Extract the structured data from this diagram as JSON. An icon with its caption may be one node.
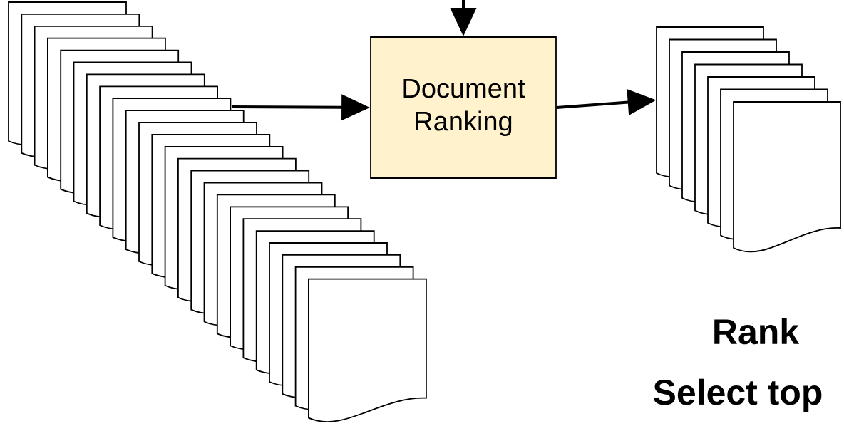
{
  "diagram": {
    "nodes": [
      {
        "text": [],
        "shape": "document"
      },
      {
        "text": [
          "Document Ranking"
        ]
      },
      {
        "text": [],
        "shape": "document"
      }
    ],
    "edges": [
      {
        "from": null,
        "to": 1,
        "arrow": "to"
      },
      {
        "from": 0,
        "to": 1,
        "arrow": "to"
      },
      {
        "from": 1,
        "to": 2,
        "arrow": "to"
      }
    ],
    "labels": [
      "Rank",
      "Select top"
    ]
  }
}
